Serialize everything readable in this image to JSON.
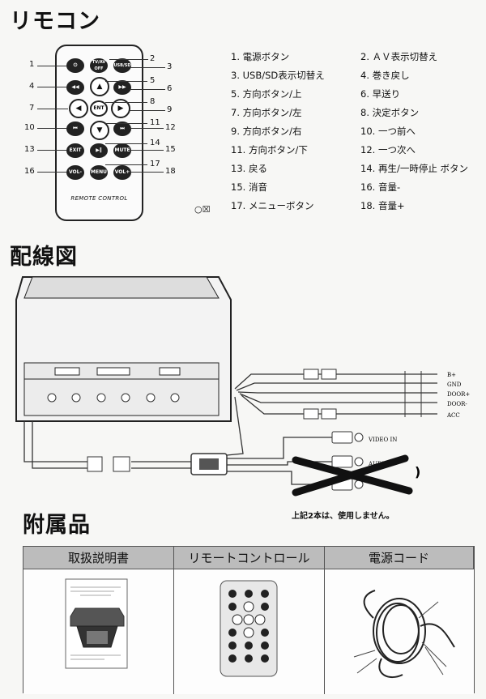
{
  "headings": {
    "remote": "リモコン",
    "wiring": "配線図",
    "accessories": "附属品"
  },
  "remote": {
    "buttons": {
      "power": "⏻",
      "tv": "TV/AV OFF",
      "usb_sd": "USB/SD",
      "rewind": "◀◀",
      "forward": "▶▶",
      "ent": "ENT",
      "prev": "⏮",
      "next": "⏭",
      "exit": "EXIT",
      "play": "▶‖",
      "mute": "MUTE",
      "vol_minus": "VOL-",
      "menu": "MENU",
      "vol_plus": "VOL+",
      "up": "▲",
      "down": "▼",
      "left": "◀",
      "right": "▶"
    },
    "label": "REMOTE CONTROL",
    "callout_numbers": [
      "1",
      "2",
      "3",
      "4",
      "5",
      "6",
      "7",
      "8",
      "9",
      "10",
      "11",
      "12",
      "13",
      "14",
      "15",
      "16",
      "17",
      "18"
    ]
  },
  "button_list": [
    "1.  電源ボタン",
    "2.  ＡＶ表示切替え",
    "3.  USB/SD表示切替え",
    "4.  巻き戻し",
    "5.  方向ボタン/上",
    "6.  早送り",
    "7.  方向ボタン/左",
    "8.  決定ボタン",
    "9.  方向ボタン/右",
    "10. 一つ前へ",
    "11. 方向ボタン/下",
    "12. 一つ次へ",
    "13. 戻る",
    "14. 再生/一時停止 ボタン",
    "15. 消音",
    "16. 音量-",
    "17. メニューボタン",
    "18. 音量+"
  ],
  "checkbox_marks": "○☒",
  "wiring": {
    "power_labels": [
      "B+",
      "GND",
      "DOOR+",
      "DOOR-",
      "ACC"
    ],
    "video_label": "VIDEO IN",
    "audio_label": "AUDIO",
    "note": "上記2本は、使用しません。"
  },
  "accessories": {
    "headers": [
      "取扱説明書",
      "リモートコントロール",
      "電源コード"
    ]
  }
}
